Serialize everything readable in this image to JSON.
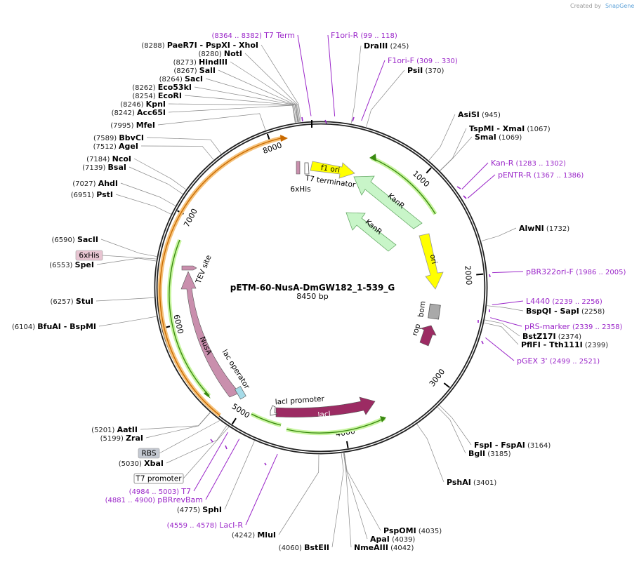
{
  "plasmid": {
    "name": "pETM-60-NusA-DmGW182_1-539_G",
    "length_label": "8450 bp",
    "length": 8450
  },
  "credit": {
    "prefix": "Created by",
    "brand": "SnapGene"
  },
  "ruler": [
    "1000",
    "2000",
    "3000",
    "4000",
    "5000",
    "6000",
    "7000",
    "8000"
  ],
  "enzymes": [
    {
      "name": "DraIII",
      "pos": "(245)"
    },
    {
      "name": "PsiI",
      "pos": "(370)"
    },
    {
      "name": "AsiSI",
      "pos": "(945)"
    },
    {
      "name": "TspMI",
      "sep": "-",
      "name2": "XmaI",
      "pos": "(1067)"
    },
    {
      "name": "SmaI",
      "pos": "(1069)"
    },
    {
      "name": "AlwNI",
      "pos": "(1732)"
    },
    {
      "name": "BspQI",
      "sep": "-",
      "name2": "SapI",
      "pos": "(2258)"
    },
    {
      "name": "BstZ17I",
      "pos": "(2374)"
    },
    {
      "name": "PflFI",
      "sep": "-",
      "name2": "Tth111I",
      "pos": "(2399)"
    },
    {
      "name": "FspI",
      "sep": "-",
      "name2": "FspAI",
      "pos": "(3164)"
    },
    {
      "name": "BglI",
      "pos": "(3185)"
    },
    {
      "name": "PshAI",
      "pos": "(3401)"
    },
    {
      "name": "PspOMI",
      "pos": "(4035)"
    },
    {
      "name": "ApaI",
      "pos": "(4039)"
    },
    {
      "name": "NmeAIII",
      "pos": "(4042)"
    },
    {
      "name": "BstEII",
      "pos": "(4060)"
    },
    {
      "name": "MluI",
      "pos": "(4242)"
    },
    {
      "name": "SphI",
      "pos": "(4775)"
    },
    {
      "name": "XbaI",
      "pos": "(5030)"
    },
    {
      "name": "ZraI",
      "pos": "(5199)"
    },
    {
      "name": "AatII",
      "pos": "(5201)"
    },
    {
      "name": "BfuAI",
      "sep": "-",
      "name2": "BspMI",
      "pos": "(6104)"
    },
    {
      "name": "StuI",
      "pos": "(6257)"
    },
    {
      "name": "SpeI",
      "pos": "(6553)"
    },
    {
      "name": "SacII",
      "pos": "(6590)"
    },
    {
      "name": "PstI",
      "pos": "(6951)"
    },
    {
      "name": "AhdI",
      "pos": "(7027)"
    },
    {
      "name": "BsaI",
      "pos": "(7139)"
    },
    {
      "name": "NcoI",
      "pos": "(7184)"
    },
    {
      "name": "AgeI",
      "pos": "(7512)"
    },
    {
      "name": "BbvCI",
      "pos": "(7589)"
    },
    {
      "name": "MfeI",
      "pos": "(7995)"
    },
    {
      "name": "Acc65I",
      "pos": "(8242)"
    },
    {
      "name": "KpnI",
      "pos": "(8246)"
    },
    {
      "name": "EcoRI",
      "pos": "(8254)"
    },
    {
      "name": "Eco53kI",
      "pos": "(8262)"
    },
    {
      "name": "SacI",
      "pos": "(8264)"
    },
    {
      "name": "SalI",
      "pos": "(8267)"
    },
    {
      "name": "HindIII",
      "pos": "(8273)"
    },
    {
      "name": "NotI",
      "pos": "(8280)"
    },
    {
      "name": "PaeR7I",
      "sep": "-",
      "name2": "PspXI",
      "sep2": "-",
      "name3": "XhoI",
      "pos": "(8288)"
    }
  ],
  "primers": [
    {
      "name": "T7 Term",
      "range": "(8364 .. 8382)"
    },
    {
      "name": "F1ori-R",
      "range": "(99 .. 118)"
    },
    {
      "name": "F1ori-F",
      "range": "(309 .. 330)"
    },
    {
      "name": "Kan-R",
      "range": "(1283 .. 1302)"
    },
    {
      "name": "pENTR-R",
      "range": "(1367 .. 1386)"
    },
    {
      "name": "pBR322ori-F",
      "range": "(1986 .. 2005)"
    },
    {
      "name": "L4440",
      "range": "(2239 .. 2256)"
    },
    {
      "name": "pRS-marker",
      "range": "(2339 .. 2358)"
    },
    {
      "name": "pGEX 3'",
      "range": "(2499 .. 2521)"
    },
    {
      "name": "T7",
      "range": "(4984 .. 5003)"
    },
    {
      "name": "pBRrevBam",
      "range": "(4881 .. 4900)"
    },
    {
      "name": "LacI-R",
      "range": "(4559 .. 4578)"
    }
  ],
  "features": {
    "f1ori": "f1 ori",
    "t7term": "T7 terminator",
    "his": "6xHis",
    "kanr_outer": "KanR",
    "kanr_inner": "KanR",
    "ori": "ori",
    "bom": "bom",
    "rop": "rop",
    "lacI": "lacI",
    "lacI_promoter": "lacI promoter",
    "lac_operator": "lac operator",
    "nusa": "NusA",
    "tev": "TEV site"
  },
  "boxes": {
    "his": "6xHis",
    "rbs": "RBS",
    "t7prom": "T7 promoter"
  },
  "colors": {
    "primer": "#9b27c9",
    "orf_lacI": "#9c2b63",
    "orf_nusa": "#c98fad",
    "ori": "#ffff00",
    "kanr": "#c8f5c8",
    "bom": "#a9a9a9",
    "f1ori": "#ffff00",
    "backbone": "#222222"
  }
}
